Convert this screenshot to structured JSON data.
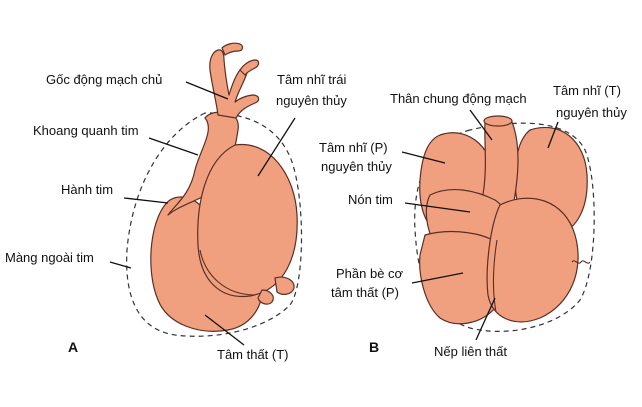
{
  "panels": {
    "a": {
      "letter": "A",
      "labels": {
        "aorta_root": "Gốc động mạch chủ",
        "left_atrium": "Tâm nhĩ trái",
        "left_atrium_2": "nguyên thủy",
        "pericardial_cavity": "Khoang quanh tim",
        "bulbus_cordis": "Hành tim",
        "epicardium": "Màng ngoài tim",
        "left_ventricle": "Tâm thất (T)"
      }
    },
    "b": {
      "letter": "B",
      "labels": {
        "truncus": "Thân chung động mạch",
        "left_atrium": "Tâm nhĩ (T)",
        "left_atrium_2": "nguyên thủy",
        "right_atrium": "Tâm nhĩ (P)",
        "right_atrium_2": "nguyên thủy",
        "conus": "Nón tim",
        "trabecular": "Phần bè cơ",
        "trabecular_2": "tâm thất (P)",
        "interventricular": "Nếp liên thất"
      }
    }
  },
  "colors": {
    "tissue": "#f0a07e",
    "outline": "#5a2f24"
  }
}
